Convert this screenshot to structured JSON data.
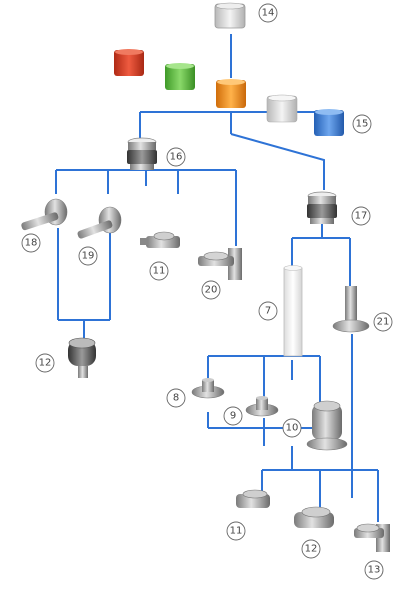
{
  "colors": {
    "connector": "#2e73d6",
    "callout_stroke": "#666666",
    "callout_text": "#444444",
    "metal_light": "#d9d9d9",
    "metal_mid": "#9a9a9a",
    "metal_dark": "#555555",
    "cap_red": "#d9432b",
    "cap_green": "#5cbf3e",
    "cap_orange": "#f0931f",
    "cap_clear": "#dcdcdc",
    "cap_blue": "#3a7fd6"
  },
  "callouts": {
    "c14": "14",
    "c15": "15",
    "c16": "16",
    "c17": "17",
    "c18": "18",
    "c19": "19",
    "c11a": "11",
    "c20": "20",
    "c7": "7",
    "c21": "21",
    "c12a": "12",
    "c8": "8",
    "c9": "9",
    "c10": "10",
    "c11b": "11",
    "c12b": "12",
    "c13": "13"
  }
}
